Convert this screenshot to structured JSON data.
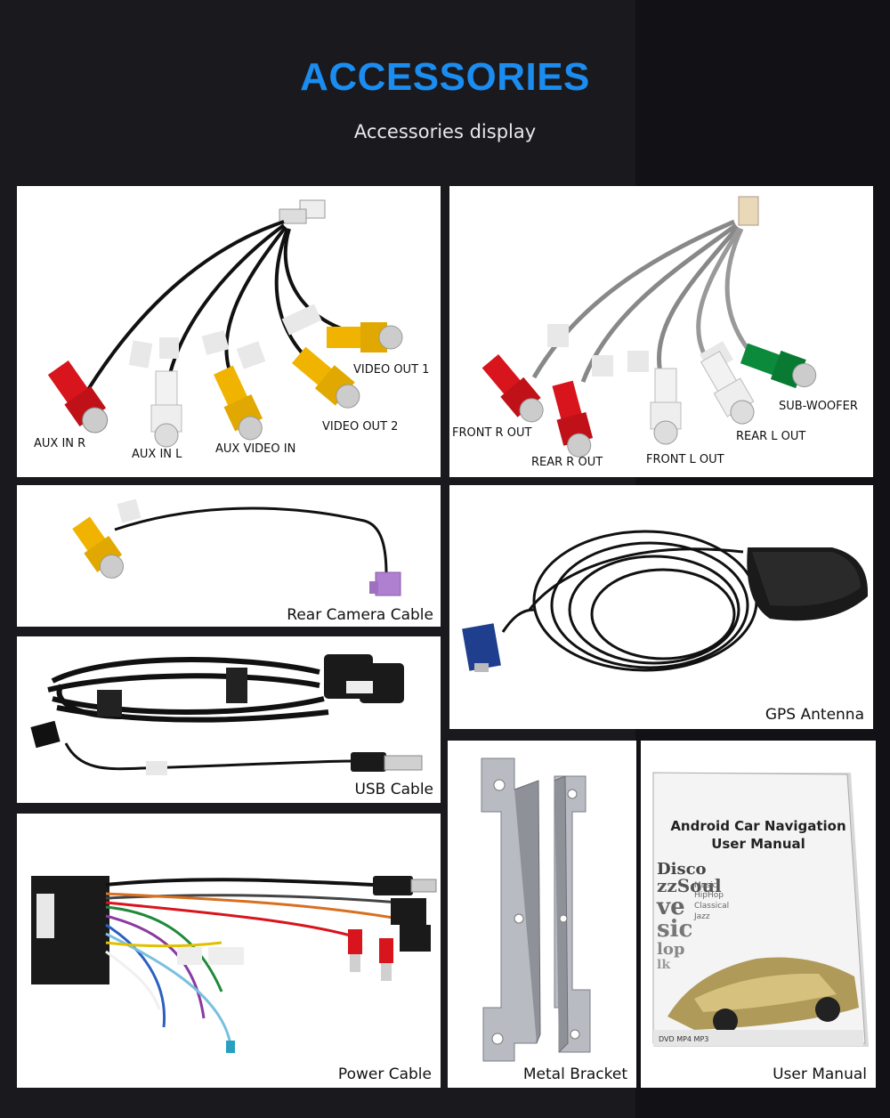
{
  "header": {
    "title": "ACCESSORIES",
    "subtitle": "Accessories display"
  },
  "panels": {
    "av_cable": {
      "labels": {
        "video_out_1": "VIDEO OUT 1",
        "video_out_2": "VIDEO OUT 2",
        "aux_in_r": "AUX IN R",
        "aux_in_l": "AUX IN L",
        "aux_video_in": "AUX VIDEO IN"
      }
    },
    "audio_cable": {
      "labels": {
        "front_r_out": "FRONT R OUT",
        "rear_r_out": "REAR R OUT",
        "front_l_out": "FRONT L OUT",
        "rear_l_out": "REAR L OUT",
        "sub_woofer": "SUB-WOOFER"
      }
    },
    "rear_camera": {
      "caption": "Rear Camera Cable"
    },
    "gps": {
      "caption": "GPS Antenna"
    },
    "usb": {
      "caption": "USB Cable"
    },
    "power": {
      "caption": "Power Cable"
    },
    "bracket": {
      "caption": "Metal Bracket"
    },
    "manual": {
      "caption": "User Manual",
      "book_title_line1": "Android Car Navigation",
      "book_title_line2": "User Manual"
    }
  },
  "colors": {
    "title_blue": "#1b8cf0",
    "rca_red": "#d8141c",
    "rca_white": "#f2f2f2",
    "rca_yellow": "#f0b400",
    "rca_green": "#0a8a3a",
    "purple_plug": "#a070c0",
    "gps_blue": "#1f3e8e"
  }
}
